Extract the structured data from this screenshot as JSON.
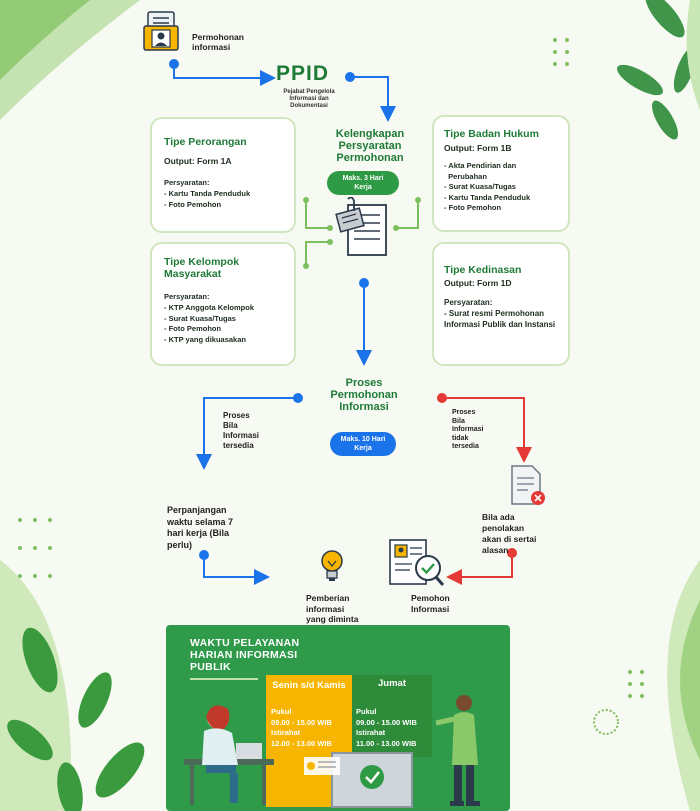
{
  "colors": {
    "green": "#2e9a45",
    "blue": "#1a73e8",
    "red": "#e53935",
    "yellow": "#f7b500"
  },
  "start": {
    "label_line1": "Permohonan",
    "label_line2": "informasi",
    "icon": "applicant-id-card-icon"
  },
  "ppid": {
    "title": "PPID",
    "subtitle_line1": "Pejabat Pengelola",
    "subtitle_line2": "Informasi dan",
    "subtitle_line3": "Dokumentasi"
  },
  "kelengkapan": {
    "line1": "Kelengkapan",
    "line2": "Persyaratan",
    "line3": "Permohonan",
    "badge_line1": "Maks. 3 Hari",
    "badge_line2": "Kerja"
  },
  "perorangan": {
    "title": "Tipe Perorangan",
    "output": "Output: Form 1A",
    "req_label": "Persyaratan:",
    "items": [
      "- Kartu Tanda Penduduk",
      "- Foto Pemohon"
    ]
  },
  "badan_hukum": {
    "title": "Tipe Badan Hukum",
    "output": "Output: Form 1B",
    "items": [
      "- Akta Pendirian dan",
      "  Perubahan",
      "- Surat Kuasa/Tugas",
      "- Kartu Tanda Penduduk",
      "- Foto Pemohon"
    ]
  },
  "kelompok": {
    "title_line1": "Tipe Kelompok",
    "title_line2": "Masyarakat",
    "req_label": "Persyaratan:",
    "items": [
      "- KTP Anggota Kelompok",
      "- Surat Kuasa/Tugas",
      "- Foto Pemohon",
      "- KTP yang dikuasakan"
    ]
  },
  "kedinasan": {
    "title": "Tipe Kedinasan",
    "output": "Output: Form 1D",
    "req_label": "Persyaratan:",
    "items": [
      "- Surat resmi Permohonan",
      "Informasi Publik dan Instansi"
    ]
  },
  "proses": {
    "line1": "Proses",
    "line2": "Permohonan",
    "line3": "Informasi",
    "badge_line1": "Maks. 10 Hari",
    "badge_line2": "Kerja"
  },
  "left_branch": {
    "line1": "Proses",
    "line2": "Bila",
    "line3": "Informasi",
    "line4": "tersedia"
  },
  "right_branch": {
    "line1": "Proses",
    "line2": "Bila",
    "line3": "Informasi",
    "line4": "tidak",
    "line5": "tersedia"
  },
  "perpanjangan": {
    "line1": "Perpanjangan",
    "line2": "waktu selama 7",
    "line3": "hari kerja (Bila",
    "line4": "perlu)"
  },
  "penolakan": {
    "line1": "Bila ada",
    "line2": "penolakan",
    "line3": "akan di sertai",
    "line4": "alasan"
  },
  "pemberian": {
    "line1": "Pemberian",
    "line2": "informasi",
    "line3": "yang diminta"
  },
  "pemohon": {
    "line1": "Pemohon",
    "line2": "Informasi"
  },
  "service": {
    "title_line1": "WAKTU PELAYANAN",
    "title_line2": "HARIAN INFORMASI",
    "title_line3": "PUBLIK",
    "col1": {
      "day": "Senin s/d Kamis",
      "l1": "Pukul",
      "l2": "09.00 - 15.00 WIB",
      "l3": "Istirahat",
      "l4": "12.00 - 13.00 WIB"
    },
    "col2": {
      "day": "Jumat",
      "l1": "Pukul",
      "l2": "09.00 - 15.00 WIB",
      "l3": "Istirahat",
      "l4": "11.00 - 13.00 WIB"
    }
  }
}
